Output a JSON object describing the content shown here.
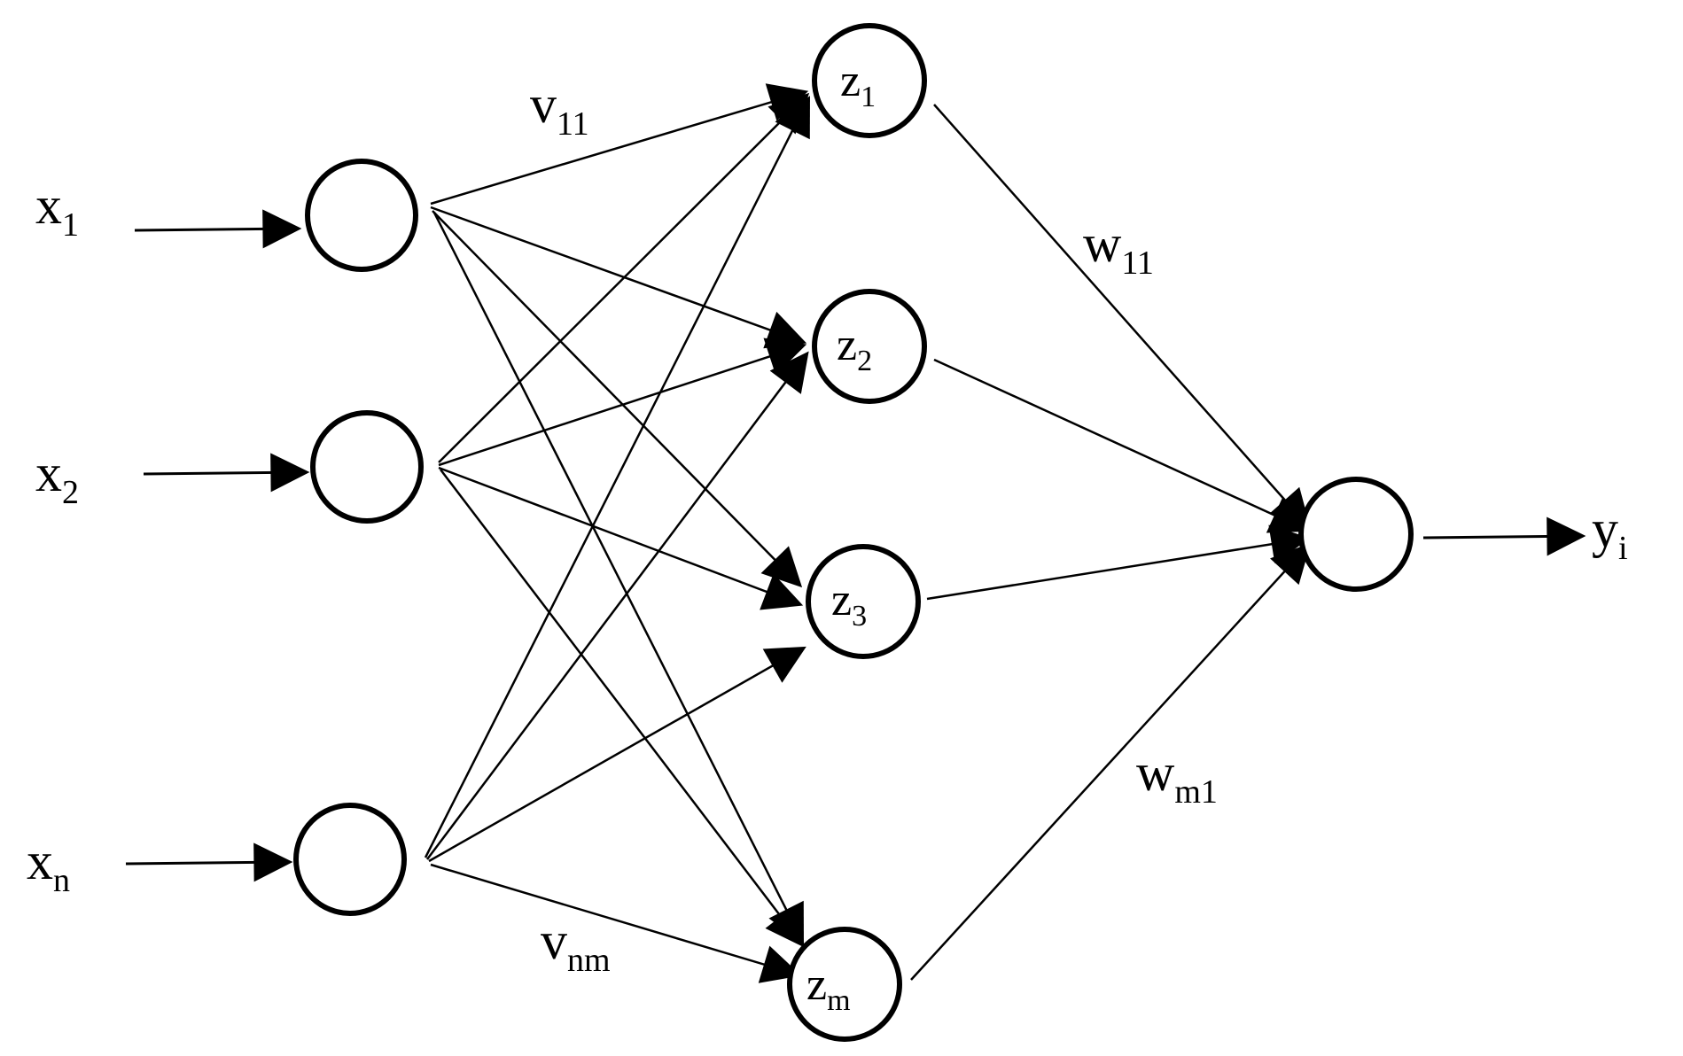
{
  "inputs": [
    {
      "main": "x",
      "sub": "1"
    },
    {
      "main": "x",
      "sub": "2"
    },
    {
      "main": "x",
      "sub": "n"
    }
  ],
  "hidden": [
    {
      "main": "z",
      "sub": "1"
    },
    {
      "main": "z",
      "sub": "2"
    },
    {
      "main": "z",
      "sub": "3"
    },
    {
      "main": "z",
      "sub": "m"
    }
  ],
  "output": {
    "main": "y",
    "sub": "i"
  },
  "weights": {
    "v_top": {
      "main": "v",
      "sub": "11"
    },
    "v_bottom": {
      "main": "v",
      "sub": "nm"
    },
    "w_top": {
      "main": "w",
      "sub": "11"
    },
    "w_bottom": {
      "main": "w",
      "sub": "m1"
    }
  }
}
